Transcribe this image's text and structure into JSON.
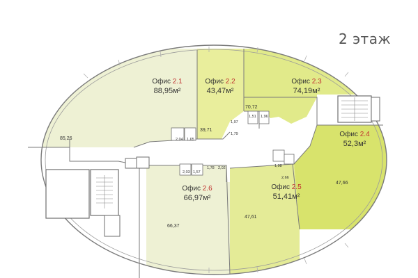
{
  "floor_label": "2 этаж",
  "offices": [
    {
      "id": "2.1",
      "word": "Офис",
      "number": "2.1",
      "area": "88,95м²",
      "color": "#eef1d4"
    },
    {
      "id": "2.2",
      "word": "Офис",
      "number": "2.2",
      "area": "43,47м²",
      "color": "#e9ee9c"
    },
    {
      "id": "2.3",
      "word": "Офис",
      "number": "2.3",
      "area": "74,19м²",
      "color": "#e1ea8a"
    },
    {
      "id": "2.4",
      "word": "Офис",
      "number": "2.4",
      "area": "52,3м²",
      "color": "#d8e36c"
    },
    {
      "id": "2.5",
      "word": "Офис",
      "number": "2.5",
      "area": "51,41м²",
      "color": "#e4eb97"
    },
    {
      "id": "2.6",
      "word": "Офис",
      "number": "2.6",
      "area": "66,97м²",
      "color": "#eef1d4"
    }
  ],
  "dimensions": {
    "d1": "85,26",
    "d2": "2,04",
    "d3": "1,65",
    "d4": "39,71",
    "d5": "70,72",
    "d6": "1,51",
    "d7": "1,96",
    "d8": "1,97",
    "d9": "1,79",
    "d10": "2,03",
    "d11": "1,57",
    "d12": "1,78",
    "d13": "2,02",
    "d14": "1,98",
    "d15": "2,66",
    "d16": "47,66",
    "d17": "47,61",
    "d18": "66,37"
  },
  "colors": {
    "wall": "#8a8a8a",
    "service": "#ffffff",
    "outline": "#777777"
  }
}
